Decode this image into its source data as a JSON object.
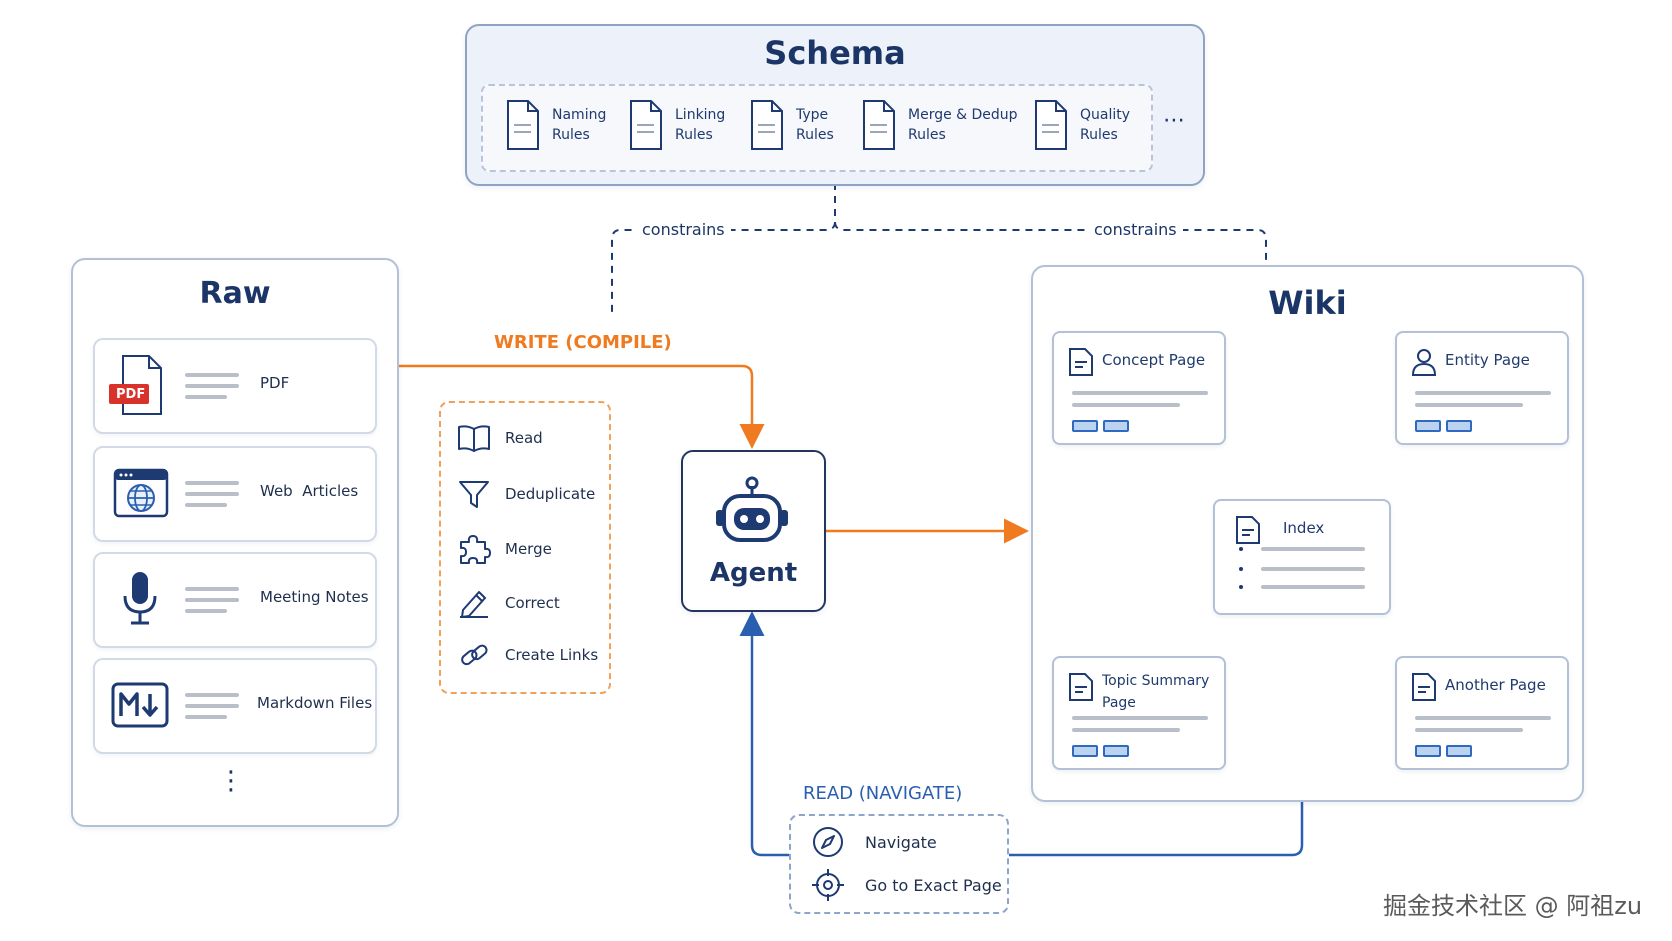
{
  "schema": {
    "title": "Schema",
    "rules": [
      "Naming\nRules",
      "Linking\nRules",
      "Type\nRules",
      "Merge & Dedup\nRules",
      "Quality\nRules"
    ],
    "more": "⋯"
  },
  "constrains_label": "constrains",
  "raw": {
    "title": "Raw",
    "items": [
      "PDF",
      "Web  Articles",
      "Meeting Notes",
      "Markdown Files"
    ],
    "pdf_badge": "PDF",
    "more": "⋮"
  },
  "write_label": "WRITE (COMPILE)",
  "operations": [
    "Read",
    "Deduplicate",
    "Merge",
    "Correct",
    "Create Links"
  ],
  "agent": {
    "label": "Agent"
  },
  "wiki": {
    "title": "Wiki",
    "pages": {
      "concept": "Concept Page",
      "entity": "Entity Page",
      "index": "Index",
      "topic": "Topic Summary\nPage",
      "another": "Another Page"
    }
  },
  "read_label": "READ (NAVIGATE)",
  "navigate_items": [
    "Navigate",
    "Go to Exact Page"
  ],
  "watermark": "掘金技术社区 @ 阿祖zu",
  "colors": {
    "navy": "#1b3567",
    "accent_blue": "#2a5fb0",
    "accent_orange": "#ef7a1f",
    "border": "#b3c0d6"
  }
}
